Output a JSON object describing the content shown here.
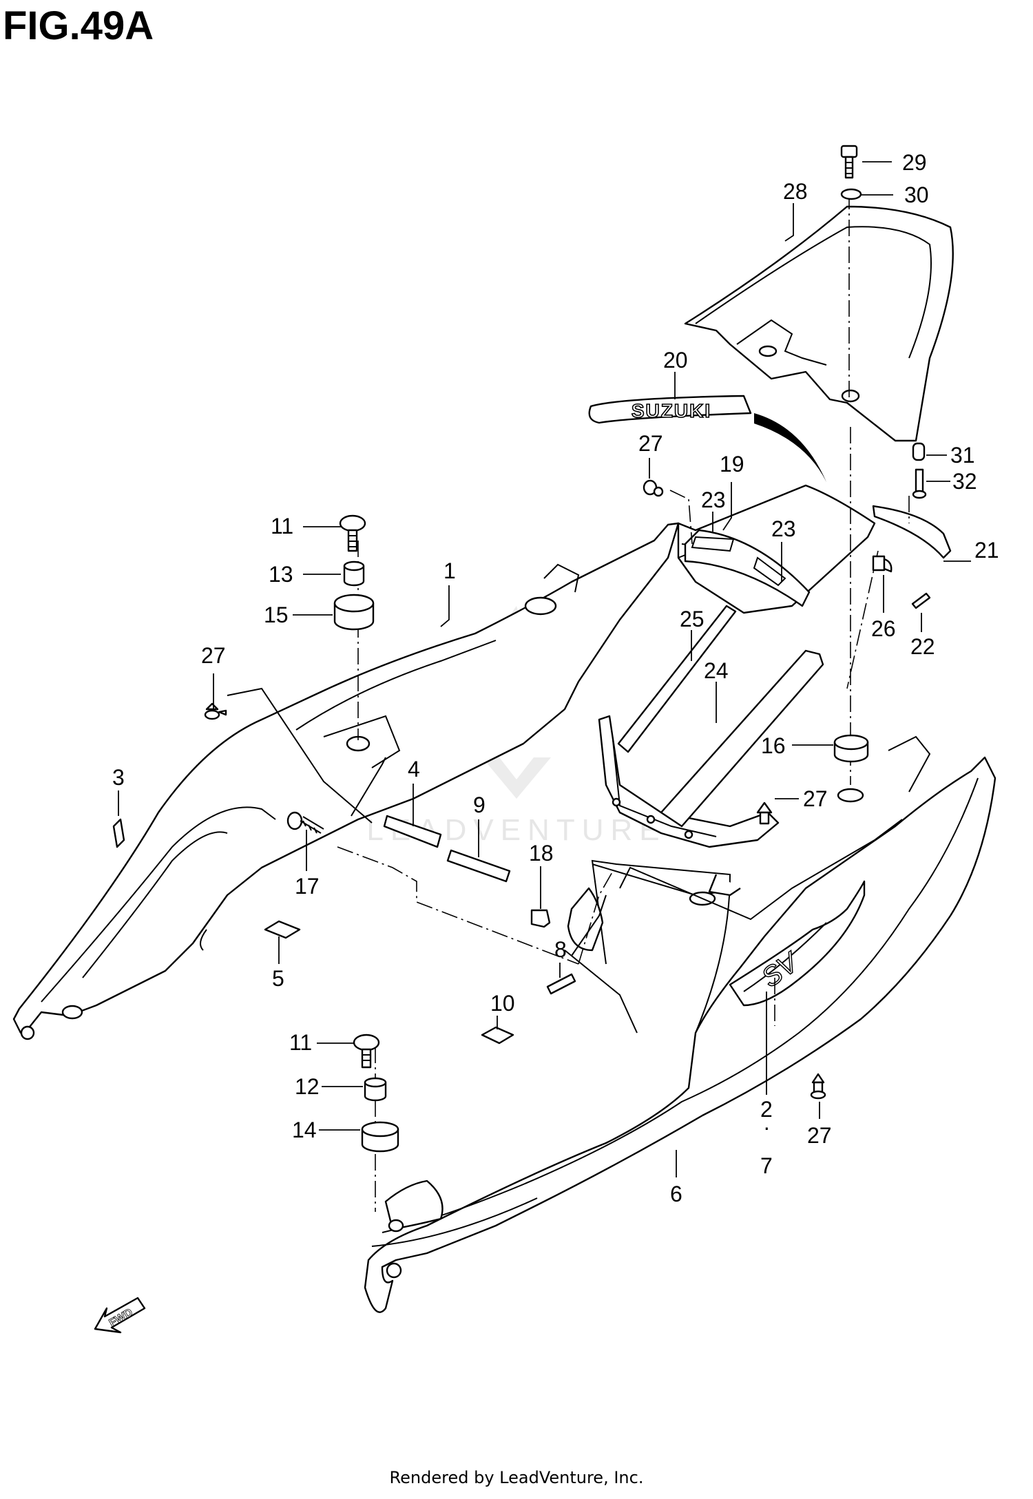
{
  "figure": {
    "title": "FIG.49A",
    "footer": "Rendered by LeadVenture, Inc.",
    "watermark": "LEADVENTURE",
    "emblem_text": "SUZUKI",
    "fwd_arrow_text": "FWD",
    "panel_script_text": "SV"
  },
  "callouts": {
    "c1": "1",
    "c2": "2",
    "c2dot": "·",
    "c7": "7",
    "c3": "3",
    "c4": "4",
    "c5": "5",
    "c6": "6",
    "c8": "8",
    "c9": "9",
    "c10": "10",
    "c11a": "11",
    "c11b": "11",
    "c12": "12",
    "c13": "13",
    "c14": "14",
    "c15": "15",
    "c16": "16",
    "c17": "17",
    "c18": "18",
    "c19": "19",
    "c20": "20",
    "c21": "21",
    "c22": "22",
    "c23a": "23",
    "c23b": "23",
    "c24": "24",
    "c25": "25",
    "c26": "26",
    "c27a": "27",
    "c27b": "27",
    "c27c": "27",
    "c27d": "27",
    "c28": "28",
    "c29": "29",
    "c30": "30",
    "c31": "31",
    "c32": "32"
  },
  "colors": {
    "line": "#000000",
    "background": "#ffffff",
    "watermark": "#e6e6e6"
  }
}
